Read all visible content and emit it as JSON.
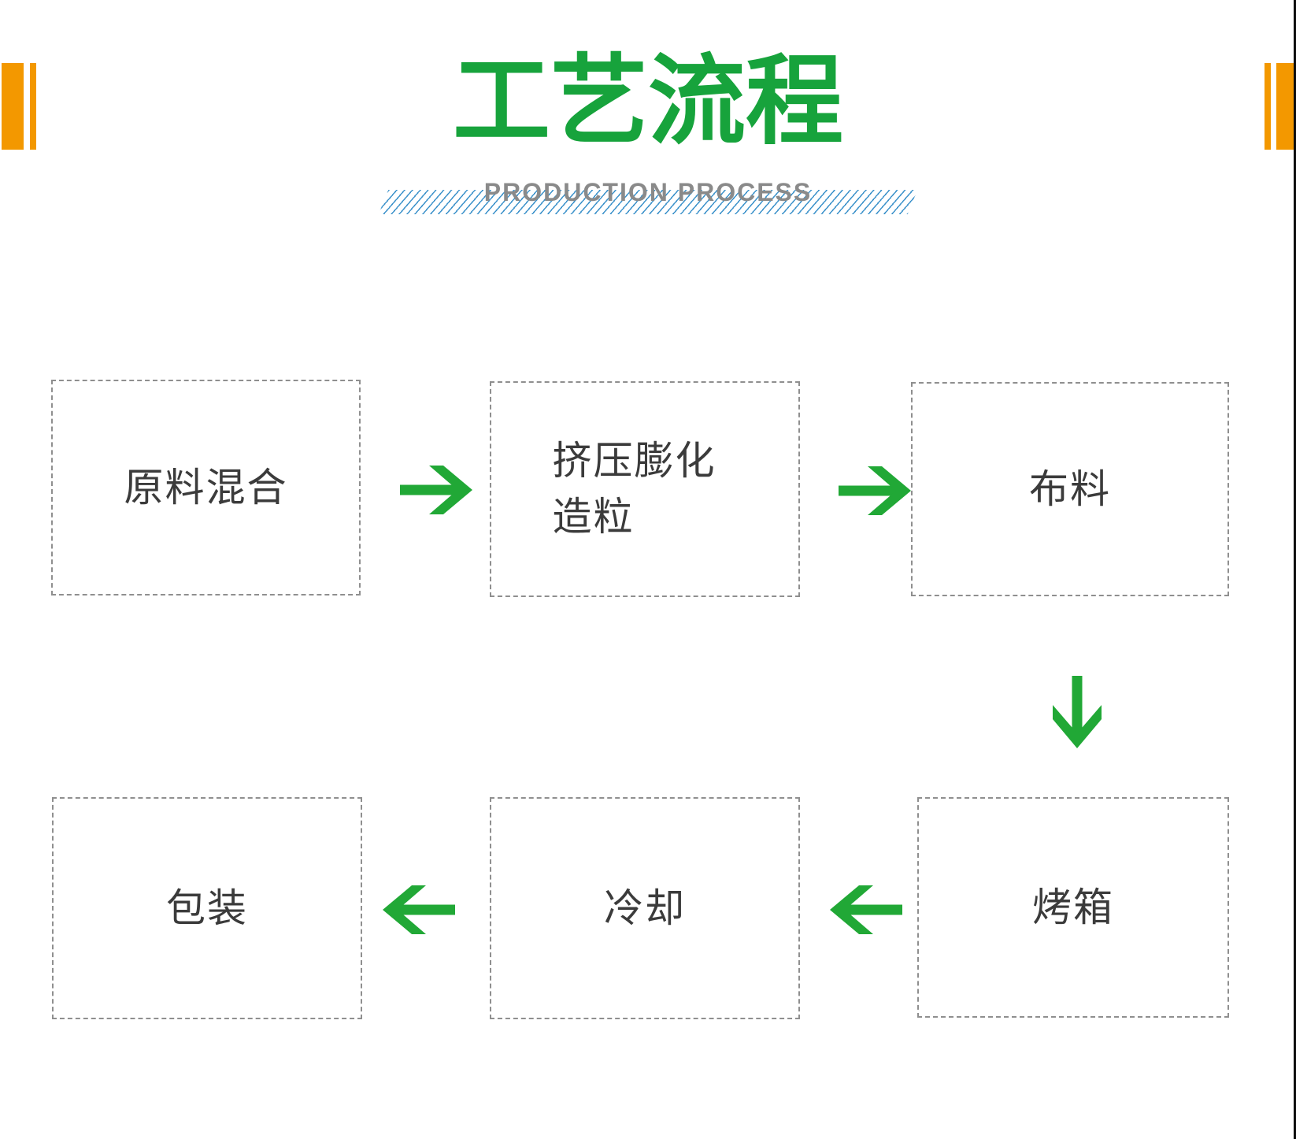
{
  "page": {
    "title": "工艺流程",
    "subtitle": "PRODUCTION PROCESS"
  },
  "colors": {
    "title-green": "#17a33c",
    "arrow-green": "#21a836",
    "deco-orange": "#f39800",
    "stripe-blue": "#3e93cb",
    "box-border": "#8f8f8f",
    "box-text": "#3b3b3b",
    "subtitle-gray": "#8a8a8a",
    "edge-black": "#0d0d0d"
  },
  "flow": {
    "steps": [
      {
        "id": "raw-mixing",
        "label": "原料混合"
      },
      {
        "id": "extrusion",
        "label": "挤压膨化造粒"
      },
      {
        "id": "spreading",
        "label": "布料"
      },
      {
        "id": "oven",
        "label": "烤箱"
      },
      {
        "id": "cooling",
        "label": "冷却"
      },
      {
        "id": "packaging",
        "label": "包装"
      }
    ],
    "arrows": [
      {
        "dir": "right",
        "from": "raw-mixing",
        "to": "extrusion"
      },
      {
        "dir": "right",
        "from": "extrusion",
        "to": "spreading"
      },
      {
        "dir": "down",
        "from": "spreading",
        "to": "oven"
      },
      {
        "dir": "left",
        "from": "oven",
        "to": "cooling"
      },
      {
        "dir": "left",
        "from": "cooling",
        "to": "packaging"
      }
    ]
  }
}
